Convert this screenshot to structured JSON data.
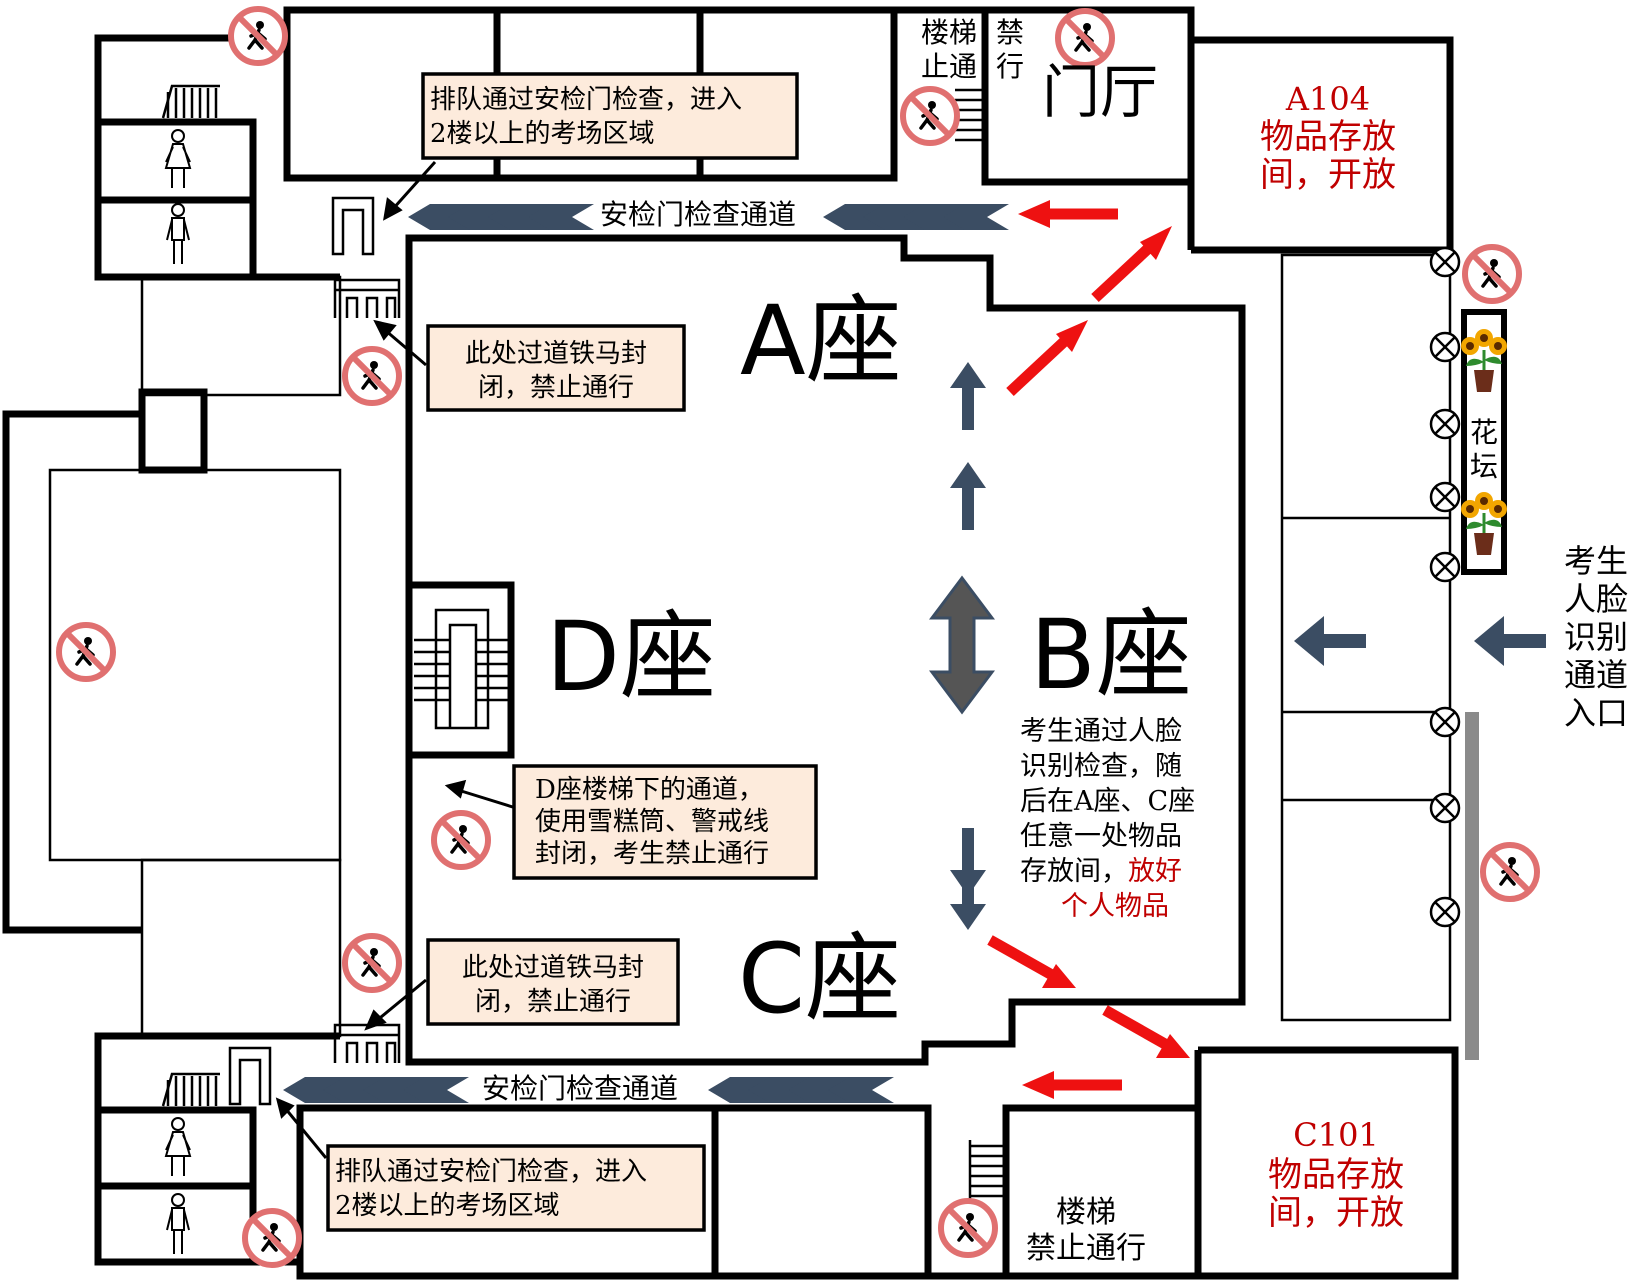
{
  "map": {
    "buildings": {
      "a": "A座",
      "b": "B座",
      "c": "C座",
      "d": "D座"
    },
    "lobby": "门厅",
    "stairs_top": [
      "楼梯",
      "止通"
    ],
    "no_pass_vertical": [
      "禁",
      "行"
    ],
    "stairs_bottom": [
      "楼梯",
      "禁止通行"
    ],
    "security_channel": "安检门检查通道",
    "storage_rooms": [
      {
        "code": "A104",
        "lines": [
          "物品存放",
          "间，开放"
        ]
      },
      {
        "code": "C101",
        "lines": [
          "物品存放",
          "间，开放"
        ]
      }
    ],
    "flower_bed": [
      "花",
      "坛"
    ],
    "entrance": [
      "考生",
      "人脸",
      "识别",
      "通道",
      "入口"
    ],
    "notes": {
      "queue_top": [
        "排队通过安检门检查，进入",
        "2楼以上的考场区域"
      ],
      "queue_bottom": [
        "排队通过安检门检查，进入",
        "2楼以上的考场区域"
      ],
      "closed_top": [
        "此处过道铁马封",
        "闭，禁止通行"
      ],
      "closed_bottom": [
        "此处过道铁马封",
        "闭，禁止通行"
      ],
      "d_stairs": [
        "D座楼梯下的通道，",
        "使用雪糕筒、警戒线",
        "封闭，考生禁止通行"
      ]
    },
    "instructions": {
      "lines": [
        "考生通过人脸",
        "识别检查，随",
        "后在A座、C座",
        "任意一处物品",
        "存放间，"
      ],
      "highlight": "放好",
      "last_line": "个人物品"
    },
    "colors": {
      "wall": "#000000",
      "route_arrow": "#3b4d63",
      "red_arrow": "#ee1111",
      "red_text": "#c00000",
      "note_fill": "#fdebdc",
      "no_entry_ring": "#e07070"
    },
    "icons": [
      "no-pedestrian-icon",
      "turnstile-icon",
      "security-gate-icon",
      "stairs-icon",
      "restroom-female-icon",
      "restroom-male-icon",
      "flower-pot-icon",
      "camera-cross-icon"
    ]
  }
}
